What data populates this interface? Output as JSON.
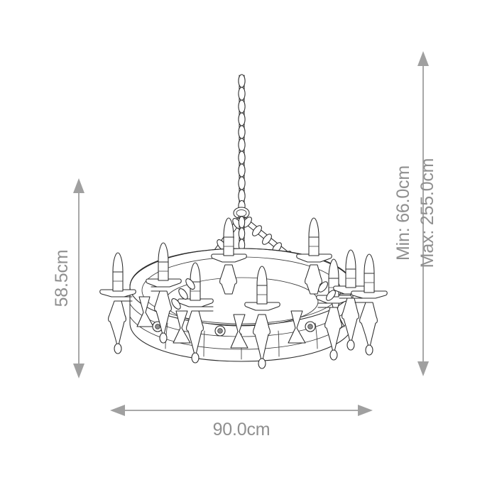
{
  "drawing": {
    "title": "Chandelier Dimension Drawing",
    "product": "9-light iron ring chandelier",
    "background_color": "#ffffff",
    "line_color": "#2b2b2b",
    "dimension_color": "#a0a0a0",
    "dimension_text_color": "#8f8f8f"
  },
  "dimensions": {
    "height": {
      "label": "58.5cm",
      "value": 58.5,
      "unit": "cm",
      "orientation": "vertical",
      "position": "left"
    },
    "drop_min": {
      "label": "Min: 66.0cm",
      "value": 66.0,
      "unit": "cm",
      "orientation": "vertical",
      "position": "right"
    },
    "drop_max": {
      "label": "Max: 255.0cm",
      "value": 255.0,
      "unit": "cm",
      "orientation": "vertical",
      "position": "right"
    },
    "width": {
      "label": "90.0cm",
      "value": 90.0,
      "unit": "cm",
      "orientation": "horizontal",
      "position": "bottom"
    }
  },
  "fixture": {
    "lamp_count": 9,
    "suspension_chains": 3,
    "ring_rivets": 3,
    "parts": [
      "ceiling-chain",
      "chain-splitter",
      "support-chain",
      "ring-band",
      "candle-arm",
      "candle-holder",
      "candle-bulb",
      "drop-finial",
      "rivet"
    ]
  }
}
